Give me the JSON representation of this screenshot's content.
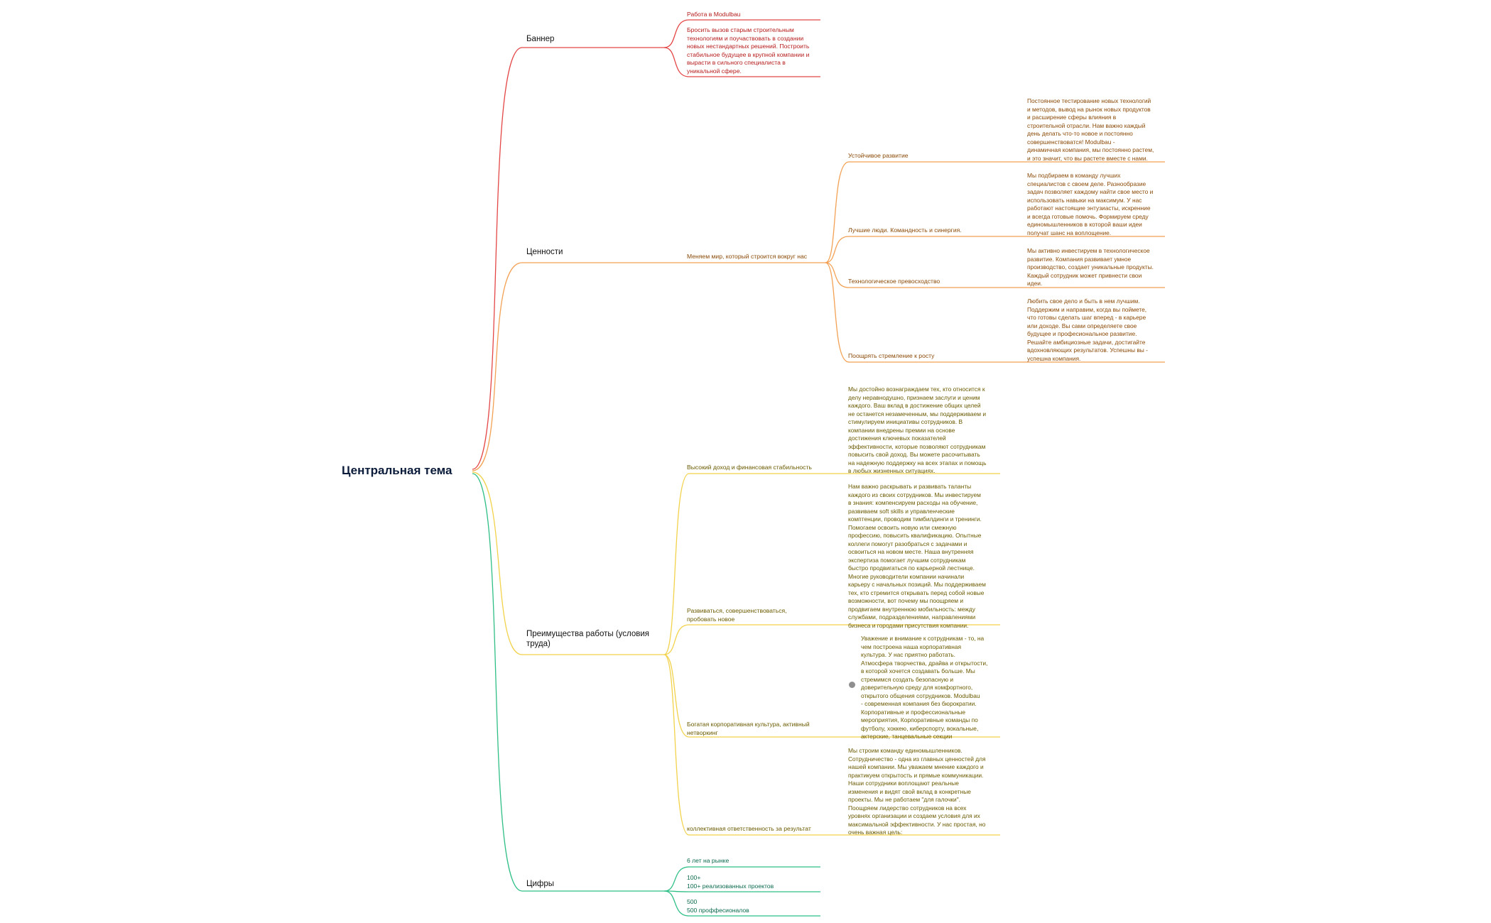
{
  "colors": {
    "red": "#e44646",
    "orange": "#f3a154",
    "yellow": "#f2d24a",
    "green": "#2fbf86",
    "dot": "#8f8f8f"
  },
  "root": "Центральная тема",
  "banner": {
    "label": "Баннер",
    "work": "Работа в Modulbau",
    "text": "Бросить вызов старым строительным\nтехнологиям и поучаствовать в создании\nновых нестандартных решений. Построить\nстабильное будущее в крупной компании и\nвырасти в сильного специалиста в\nуникальной сфере."
  },
  "values": {
    "label": "Ценности",
    "slogan": "Меняем мир, который строится вокруг нас",
    "items": [
      {
        "label": "Устойчивое развитие",
        "text": "Постоянное тестирование новых технологий\nи методов, вывод на рынок новых продуктов\nи расширение сферы влияния в\nстроительной отрасли. Нам важно каждый\nдень делать что-то новое и постоянно\nсовершенствоватся! Modulbau -\nдинамичная компания, мы постоянно растем,\nи это значит, что вы растете вместе с нами."
      },
      {
        "label": "Лучшие люди. Командность и синергия.",
        "text": "Мы подбираем в команду лучших\nспециалистов с своем деле. Разнообразие\nзадач позволяет каждому найти свое место и\nиспользовать навыки на максимум. У нас\nработают настоящие энтузиасты, искренние\nи всегда готовые помочь. Формируем среду\nединомышленников в которой ваши идеи\nполучат шанс на воплощение."
      },
      {
        "label": "Технологическое превосходство",
        "text": "Мы активно инвестируем в технологическое\nразвитие. Компания развивает умное\nпроизводство, создает уникальные продукты.\nКаждый сотрудник может привнести свои\nидеи."
      },
      {
        "label": "Поощрять стремление к росту",
        "text": "Любить свое дело и быть в нем лучшим.\nПоддержим и направим, когда вы поймете,\nчто готовы сделать шаг вперед - в карьере\nили доходе. Вы сами определяете свое\nбудущее и професиональное развитие.\nРешайте амбициозные задачи, достигайте\nвдохновляющих результатов. Успешны вы -\nуспешна компания."
      }
    ]
  },
  "advantages": {
    "label": "Преимущества работы (условия\nтруда)",
    "items": [
      {
        "label": "Высокий доход и финансовая стабильность",
        "text": "Мы достойно вознаграждаем тех, кто относится к\nделу неравнодушно, признаем заслуги и ценим\nкаждого.  Ваш вклад в достижение общих целей\nне останется незамеченным, мы поддерживаем и\nстимулируем инициативы сотрудников. В\nкомпании внедрены премии на основе\nдостижения ключевых показателей\nэффективности, которые позволяют сотрудникам\nповысить свой доход. Вы можете расочитывать\nна надежную поддержку на всех этапах и помощь\nв любых жизненных ситуациях."
      },
      {
        "label": "Развиваться, совершенствоваться,\nпробовать новое",
        "text": "Нам важно раскрывать и развивать таланты\nкаждого из своих сотрудников.  Мы инвестируем\nв знания: компенсируем расходы на обучение,\nразвиваем soft skills и управленческие\nкомптенции, проводим тимбилдинги и тренинги.\nПомогаем освоить новую или смежную\nпрофессию, повысить квалификацию. Опытные\nколлеги помогут разобраться с задачами и\nосвоиться на новом месте. Наша внутренняя\nэкспертиза помогает лучшим сотрудникам\nбыстро продвигаться по карьерной лестнице.\nМногие руководители компании начинали\nкарьеру с начальных позиций. Мы поддерживаем\nтех, кто стремится открывать перед собой новые\nвозможности, вот почему мы поощряем и\nпродвигаем внутреннюю мобильность: между\nслужбами, подразделениями, направлениями\nбизнеса и городами присутствия компании."
      },
      {
        "label": "Богатая корпоративная культура, активный\nнетворкинг",
        "text": "Уважение и внимание к сотрудникам - то, на\nчем построена наша корпоративная\nкультура.  У нас приятно работать.\nАтмосфера творчества, драйва и открытости,\nв которой хочется создавать больше. Мы\nстремимся создать безопасную и\nдоверительную среду для комфортного,\nоткрытого общения сотрудников.  Modulbau\n- современная компания без бюрократии.\nКорпоративные и профессиональные\nмероприятия, Корпоративные команды по\nфутболу, хоккею, киберспорту, вокальные,\nактерские, танцевальные секции"
      },
      {
        "label": "коллективная ответственность за результат",
        "text": "Мы строим команду единомышленников.\nСотрудничество - одна из главных ценностей для\nнашей компании. Мы уважаем мнение каждого и\nпрактикуем открытость и прямые коммуникации.\nНаши сотрудники воплощают реальные\nизменения и видят свой вклад в конкретные\nпроекты. Мы не работаем \"для галочки\".\nПоощряем лидерство сотрудников на всех\nуровнях организации и создаем условия для их\nмаксимальной эффективности. У нас простая, но\nочень важная цель:"
      }
    ]
  },
  "figures": {
    "label": "Цифры",
    "items": [
      {
        "text": "6 лет на рынке"
      },
      {
        "text": "100+\n100+ реализованных проектов"
      },
      {
        "text": "500\n500 проффесионалов"
      }
    ]
  }
}
